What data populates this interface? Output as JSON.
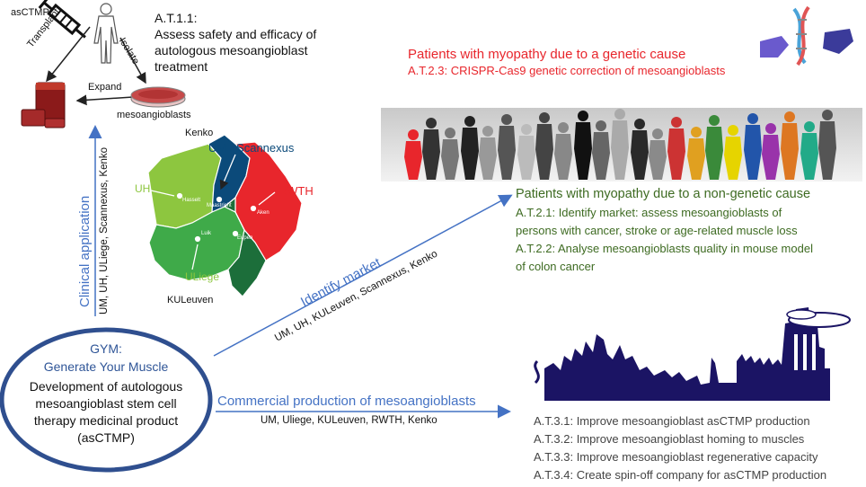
{
  "top_left": {
    "asctmp": "asCTMP",
    "transplant": "Transplant",
    "isolate": "Isolate",
    "expand": "Expand",
    "mesoangioblasts": "mesoangioblasts",
    "at11_id": "A.T.1.1:",
    "at11_lines": [
      "Assess safety and efficacy of",
      "autologous mesoangioblast",
      "treatment"
    ]
  },
  "map": {
    "kenko": "Kenko",
    "um_scannexus": "UM / Scannexus",
    "uh": "UH",
    "rwth": "RWTH",
    "uliege": "ULiege",
    "kuleuven": "KULeuven",
    "cities": [
      "Hasselt",
      "Maastricht",
      "Aken",
      "Luik",
      "Eupen"
    ],
    "colors": {
      "uh": "#8dc63f",
      "um": "#0b4a7a",
      "rwth": "#e8262c",
      "uliege": "#3faa49",
      "kenko": "#1c6e3a"
    }
  },
  "clinical": {
    "label": "Clinical application",
    "partners": "UM, UH, ULiege, Scannexus, Kenko"
  },
  "genetic": {
    "title": "Patients with myopathy due to a genetic cause",
    "task": "A.T.2.3: CRISPR-Cas9 genetic correction of mesoangioblasts",
    "color": "#e8262c"
  },
  "non_genetic": {
    "title": "Patients with myopathy due to a non-genetic cause",
    "tasks": [
      "A.T.2.1: Identify market: assess mesoangioblasts of",
      "persons with cancer, stroke or age-related muscle loss",
      "A.T.2.2: Analyse mesoangioblasts quality in mouse model",
      "of colon cancer"
    ],
    "color": "#3e6b22"
  },
  "identify": {
    "label": "Identify market",
    "partners": "UM, UH, KULeuven, Scannexus, Kenko"
  },
  "gym": {
    "title1": "GYM:",
    "title2": "Generate Your Muscle",
    "desc": [
      "Development of autologous",
      "mesoangioblast stem cell",
      "therapy medicinal product",
      "(asCTMP)"
    ],
    "accent": "#2f5597"
  },
  "commercial": {
    "label": "Commercial production of mesoangioblasts",
    "partners": "UM, Uliege, KULeuven, RWTH, Kenko",
    "tasks": [
      "A.T.3.1: Improve mesoangioblast asCTMP production",
      "A.T.3.2: Improve mesoangioblast homing to muscles",
      "A.T.3.3: Improve mesoangioblast regenerative capacity",
      "A.T.3.4: Create spin-off company for asCTMP production"
    ],
    "factory_color": "#1b1464"
  }
}
